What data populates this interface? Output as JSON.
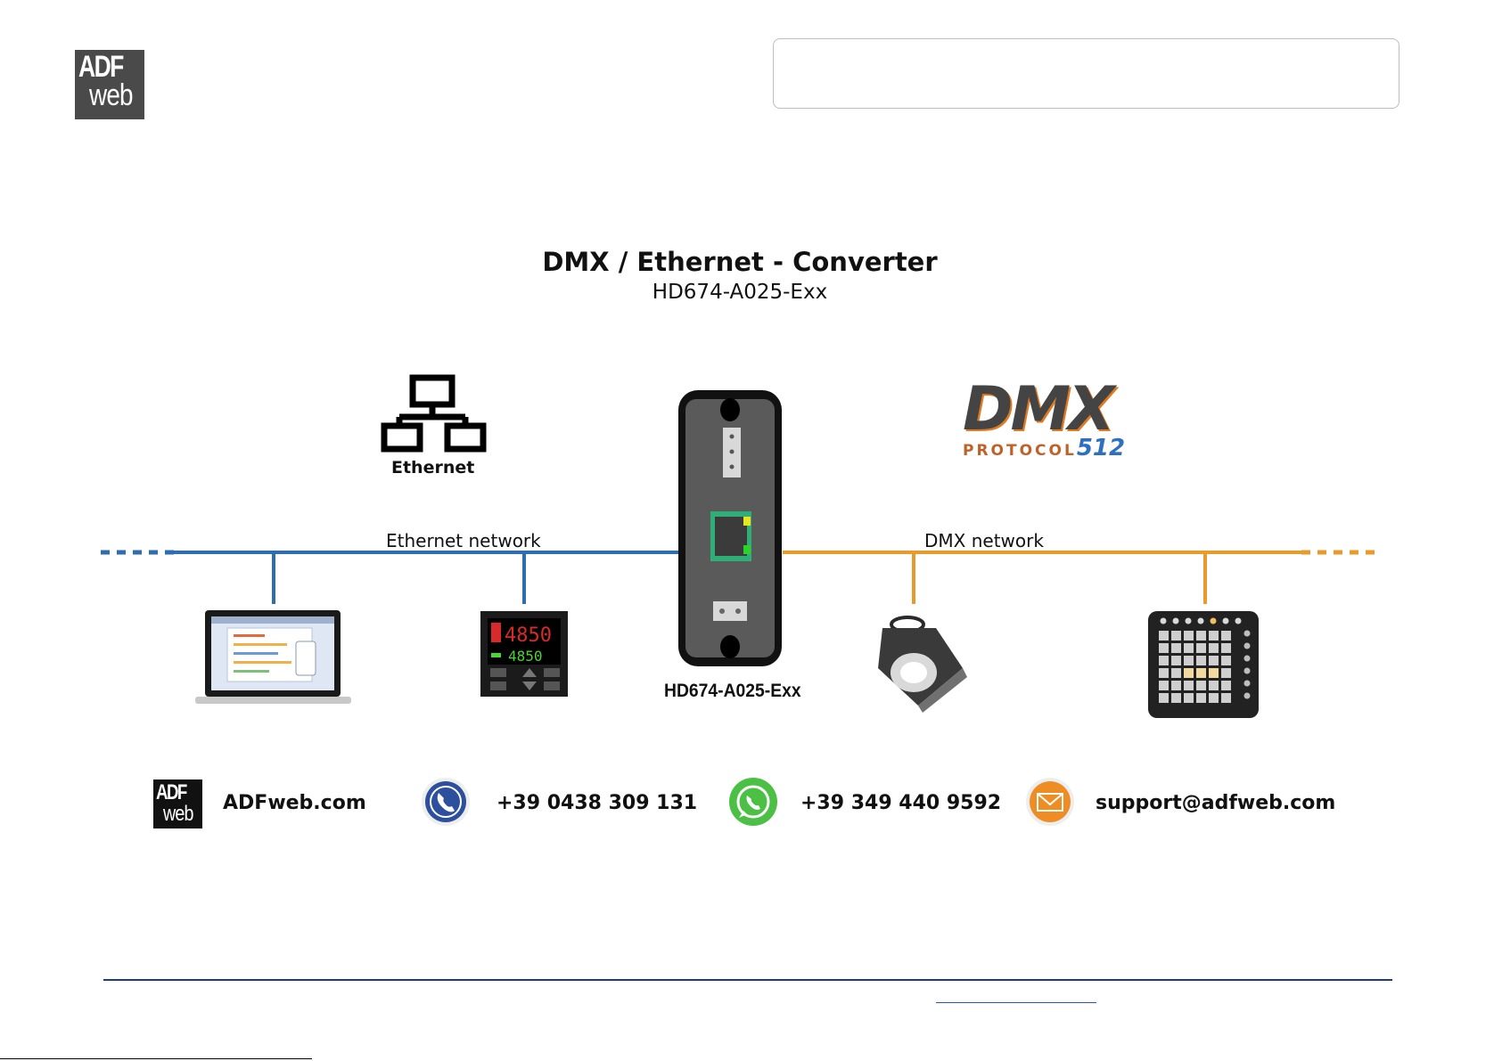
{
  "logo": {
    "line1": "ADF",
    "line2": "web"
  },
  "diagram": {
    "title": "DMX / Ethernet - Converter",
    "subtitle": "HD674-A025-Exx",
    "ethernet_icon_label": "Ethernet",
    "ethernet_network_label": "Ethernet network",
    "dmx_network_label": "DMX network",
    "device_label": "HD674-A025-Exx",
    "dmx_logo": {
      "word": "DMX",
      "protocol": "PROTOCOL",
      "number": "512"
    },
    "colors": {
      "ethernet": "#2f6db3",
      "dmx": "#e89a2a"
    }
  },
  "contacts": {
    "website": "ADFweb.com",
    "phone": "+39 0438 309 131",
    "whatsapp": "+39 349 440 9592",
    "email": "support@adfweb.com",
    "icons": [
      "adfweb-logo-icon",
      "phone-icon",
      "whatsapp-icon",
      "email-icon"
    ]
  }
}
